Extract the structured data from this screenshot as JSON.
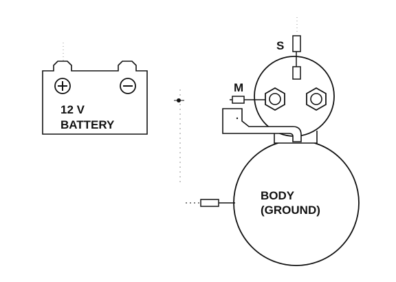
{
  "battery": {
    "voltage_label": "12 V",
    "name_label": "BATTERY",
    "positive_symbol": "+",
    "negative_symbol": "−"
  },
  "starter": {
    "terminal_s_label": "S",
    "terminal_m_label": "M",
    "body_label_line1": "BODY",
    "body_label_line2": "(GROUND)"
  },
  "colors": {
    "ink": "#111111",
    "paper": "#ffffff"
  }
}
